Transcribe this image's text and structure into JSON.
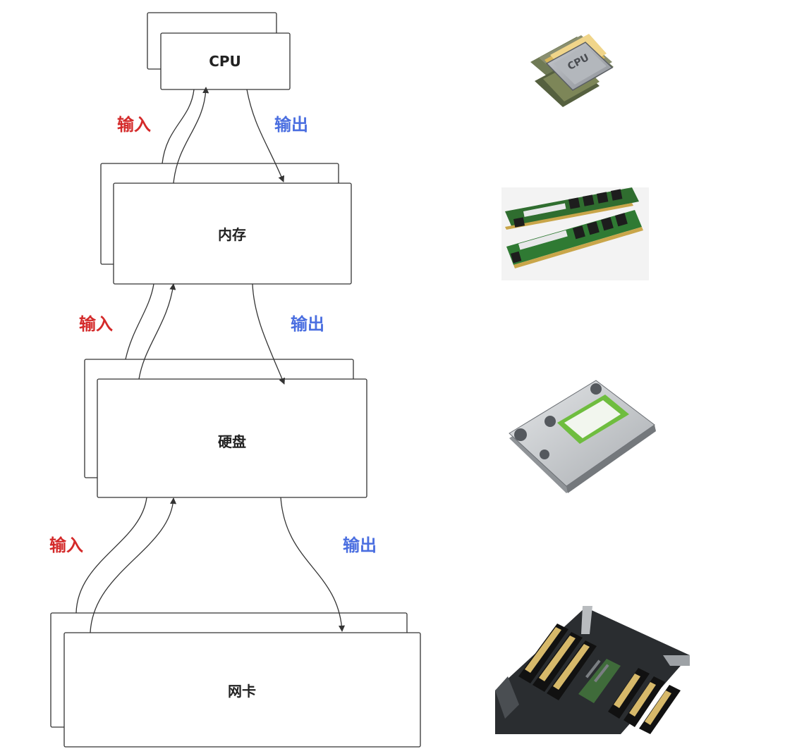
{
  "nodes": [
    {
      "id": "cpu",
      "label": "CPU"
    },
    {
      "id": "memory",
      "label": "内存"
    },
    {
      "id": "disk",
      "label": "硬盘"
    },
    {
      "id": "nic",
      "label": "网卡"
    }
  ],
  "flows": [
    {
      "input": "输入",
      "output": "输出"
    },
    {
      "input": "输入",
      "output": "输出"
    },
    {
      "input": "输入",
      "output": "输出"
    }
  ],
  "chip_text": "CPU",
  "colors": {
    "input": "#d42a2a",
    "output": "#4a6ee0",
    "stroke": "#333333"
  }
}
